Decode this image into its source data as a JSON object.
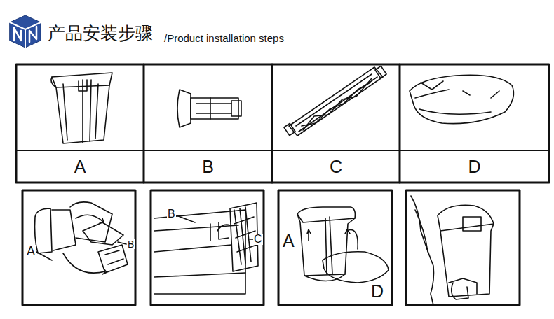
{
  "diagram": {
    "title": "产品安装步骤",
    "nodes": [
      {
        "text": [
          "A"
        ]
      },
      {
        "text": [
          "B"
        ]
      },
      {
        "text": [
          "C"
        ]
      },
      {
        "text": [
          "D"
        ]
      }
    ],
    "labels": [
      "/Product installation steps",
      "A",
      "B",
      "B",
      "C",
      "A",
      "D"
    ]
  }
}
